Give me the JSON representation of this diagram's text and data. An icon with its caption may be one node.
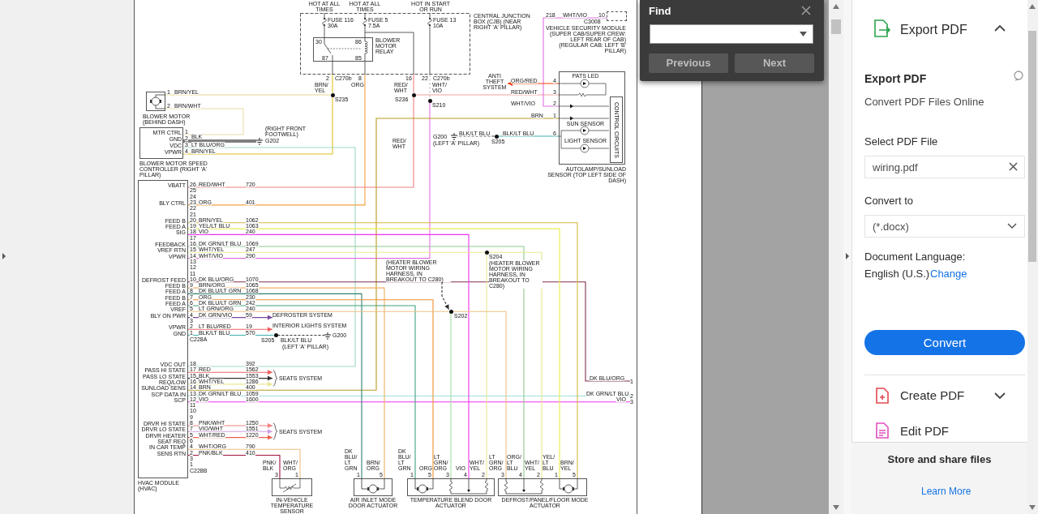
{
  "diagram": {
    "nodes": [
      {
        "text": [
          "CENTRAL JUNCTION BOX (CJB) (NEAR RIGHT 'A' PILLAR)"
        ]
      },
      {
        "text": [
          "BLOWER MOTOR RELAY"
        ],
        "in": 0
      },
      {
        "text": [],
        "shape": "box",
        "beside": [
          "BLOWER MOTOR (BEHIND DASH)"
        ]
      },
      {
        "text": [
          "MTR CTRL",
          "GND",
          "VDC",
          "VPWR"
        ],
        "beside": [
          "BLOWER MOTOR SPEED CONTROLLER (RIGHT 'A' PILLAR)"
        ]
      },
      {
        "text": [
          "VBATT",
          "BLY CTRL",
          "FEED B",
          "FEED A",
          "SIG",
          "FEEDBACK",
          "VREF RTN",
          "VPWR",
          "DEFROST FEED",
          "FEED B",
          "FEED A",
          "FEED B",
          "FEED A",
          "VREF",
          "BLY ON PWR",
          "VPWR",
          "GND",
          "VDC OUT",
          "PASS HI STATE",
          "PASS LO STATE",
          "REQ/LOW",
          "SUNLOAD SENS",
          "SCP DATA IN",
          "SCP",
          "DRVR HI STATE",
          "DRVR LO STATE",
          "DRVR HEATER SEAT REQ",
          "IN CAR TEMP",
          "SENS RTN"
        ],
        "beside": [
          "HVAC MODULE (HVAC)"
        ]
      },
      {
        "text": [],
        "shape": "box",
        "beside": [
          "VEHICLE SECURITY MODULE (SUPER CAB/SUPER CREW: LEFT REAR OF CAB) (REGULAR CAB: LEFT 'B' PILLAR)"
        ]
      },
      {
        "text": [
          "PATS LED",
          "SUN SENSOR",
          "LIGHT SENSOR"
        ],
        "beside": [
          "AUTOLAMP/SUNLOAD SENSOR (TOP LEFT SIDE OF DASH)"
        ]
      },
      {
        "text": [
          "CONTROL CIRCUITS"
        ],
        "in": 6
      },
      {
        "text": [],
        "shape": "box",
        "beside": [
          "IN-VEHICLE TEMPERATURE SENSOR"
        ]
      },
      {
        "text": [],
        "shape": "box",
        "beside": [
          "AIR INLET MODE DOOR ACTUATOR"
        ]
      },
      {
        "text": [],
        "shape": "box",
        "beside": [
          "TEMPERATURE BLEND DOOR ACTUATOR"
        ]
      },
      {
        "text": [],
        "shape": "box",
        "beside": [
          "DEFROST/PANEL/FLOOR MODE ACTUATOR"
        ]
      },
      {
        "text": [
          "ANTI THEFT SYSTEM"
        ]
      },
      {
        "text": [
          "DEFROSTER SYSTEM"
        ]
      },
      {
        "text": [
          "INTERIOR LIGHTS SYSTEM"
        ]
      },
      {
        "text": [
          "SEATS SYSTEM"
        ]
      },
      {
        "text": [
          "SEATS SYSTEM"
        ]
      },
      {
        "text": [],
        "shape": "ground",
        "beside": [
          "G202",
          "(RIGHT FRONT FOOTWELL)"
        ]
      },
      {
        "text": [],
        "shape": "ground",
        "beside": [
          "G200",
          "(LEFT 'A' PILLAR)"
        ]
      },
      {
        "text": [],
        "shape": "ground",
        "beside": [
          "G200",
          "(LEFT 'A' PILLAR)"
        ]
      },
      {
        "text": [],
        "shape": "dot",
        "beside": [
          "S235"
        ]
      },
      {
        "text": [],
        "shape": "dot",
        "beside": [
          "S236"
        ]
      },
      {
        "text": [],
        "shape": "dot",
        "beside": [
          "S210"
        ]
      },
      {
        "text": [],
        "shape": "dot",
        "beside": [
          "S205"
        ]
      },
      {
        "text": [],
        "shape": "dot",
        "beside": [
          "S205"
        ]
      },
      {
        "text": [],
        "shape": "dot",
        "beside": [
          "S204",
          "(HEATER BLOWER MOTOR WIRING HARNESS, IN BREAKOUT TO C280)"
        ]
      },
      {
        "text": [],
        "shape": "dot",
        "beside": [
          "S202"
        ]
      },
      {
        "text": [
          "(HEATER BLOWER MOTOR WIRING HARNESS, IN BREAKOUT TO C280)"
        ]
      },
      {
        "text": [
          "1"
        ]
      },
      {
        "text": [
          "2"
        ]
      },
      {
        "text": [
          "3"
        ]
      }
    ],
    "edges": [
      {
        "from": 0,
        "to": 20,
        "arrow": "none",
        "label": "BRN/ YEL",
        "color": "#e0c020"
      },
      {
        "from": 20,
        "to": 2,
        "arrow": "none",
        "label": "BRN/YEL",
        "color": "#e6d890"
      },
      {
        "from": 20,
        "to": 3,
        "arrow": "none",
        "label": "BRN/YEL",
        "color": "#e0c020"
      },
      {
        "from": 2,
        "to": 3,
        "arrow": "none",
        "label": "BRN/WHT",
        "color": "#e8dca8"
      },
      {
        "from": 3,
        "to": 17,
        "arrow": "none",
        "label": "BLK",
        "color": "#808080",
        "style": "thick"
      },
      {
        "from": 3,
        "to": 4,
        "arrow": "none",
        "label": "LT BLU/ORG",
        "color": "#9fd9c0"
      },
      {
        "from": 0,
        "to": 4,
        "arrow": "none",
        "label": "ORG",
        "color": "#f5a040"
      },
      {
        "from": 0,
        "to": 21,
        "arrow": "none",
        "label": "RED/ WHT",
        "color": "#f08080"
      },
      {
        "from": 21,
        "to": 4,
        "arrow": "none",
        "label": "RED/ WHT",
        "color": "#f08080"
      },
      {
        "from": 21,
        "to": 6,
        "arrow": "none",
        "label": "RED/WHT",
        "color": "#f4a0a0"
      },
      {
        "from": 0,
        "to": 22,
        "arrow": "none",
        "label": "WHT/ VIO",
        "color": "#c8c8c8",
        "style": "dashed"
      },
      {
        "from": 22,
        "to": 4,
        "arrow": "none",
        "label": "WHT/VIO",
        "color": "#e070e0"
      },
      {
        "from": 5,
        "to": 6,
        "arrow": "none",
        "label": "WHT/VIO",
        "color": "#e070e0"
      },
      {
        "from": 6,
        "to": 12,
        "arrow": "to",
        "label": "ORG/RED",
        "color": "#f04010"
      },
      {
        "from": 4,
        "to": 6,
        "arrow": "none",
        "label": "BRN",
        "color": "#b89a20"
      },
      {
        "from": 6,
        "to": 23,
        "arrow": "none",
        "label": "BLK/LT BLU",
        "color": "#40b0b0"
      },
      {
        "from": 23,
        "to": 18,
        "arrow": "none",
        "label": "BLK/LT BLU",
        "color": "#333333",
        "style": "dashed"
      },
      {
        "from": 4,
        "to": 24,
        "arrow": "none",
        "label": "BLK/LT BLU",
        "color": "#40b0b0"
      },
      {
        "from": 24,
        "to": 19,
        "arrow": "none",
        "label": "BLK/LT BLU",
        "color": "#333333",
        "style": "dashed"
      },
      {
        "from": 4,
        "to": 13,
        "arrow": "to",
        "label": "DK GRN/VIO",
        "color": "#7a4a9a"
      },
      {
        "from": 4,
        "to": 14,
        "arrow": "to",
        "label": "LT BLU/RED",
        "color": "#f06060"
      },
      {
        "from": 4,
        "to": 15,
        "arrow": "to",
        "label": "RED",
        "color": "#f06060"
      },
      {
        "from": 4,
        "to": 15,
        "arrow": "to",
        "label": "BLK",
        "color": "#333333"
      },
      {
        "from": 4,
        "to": 15,
        "arrow": "to",
        "label": "WHT/YEL",
        "color": "#e8e890"
      },
      {
        "from": 4,
        "to": 16,
        "arrow": "to",
        "label": "PNK/WHT",
        "color": "#f08080"
      },
      {
        "from": 4,
        "to": 16,
        "arrow": "to",
        "label": "VIO/WHT",
        "color": "#d0a0e0"
      },
      {
        "from": 4,
        "to": 16,
        "arrow": "to",
        "label": "WHT/RED",
        "color": "#f06050"
      },
      {
        "from": 4,
        "to": 28,
        "arrow": "none",
        "label": "DK BLU/ORG",
        "color": "#803050"
      },
      {
        "from": 4,
        "to": 29,
        "arrow": "none",
        "label": "DK GRN/LT BLU",
        "color": "#a0e0e0"
      },
      {
        "from": 4,
        "to": 30,
        "arrow": "none",
        "label": "VIO",
        "color": "#f030f0"
      },
      {
        "from": 4,
        "to": 11,
        "arrow": "none",
        "label": "BRN/YEL",
        "color": "#d4b840"
      },
      {
        "from": 4,
        "to": 11,
        "arrow": "none",
        "label": "YEL/LT BLU",
        "color": "#ecec50"
      },
      {
        "from": 4,
        "to": 10,
        "arrow": "none",
        "label": "VIO",
        "color": "#f030f0"
      },
      {
        "from": 4,
        "to": 11,
        "arrow": "none",
        "label": "DK GRN/LT BLU",
        "color": "#90c890"
      },
      {
        "from": 4,
        "to": 25,
        "arrow": "none",
        "label": "WHT/YEL",
        "color": "#e8e890"
      },
      {
        "from": 25,
        "to": 11,
        "arrow": "none",
        "color": "#e8e890"
      },
      {
        "from": 25,
        "to": 10,
        "arrow": "none",
        "color": "#e8e890"
      },
      {
        "from": 4,
        "to": 9,
        "arrow": "none",
        "label": "BRN/ORG",
        "color": "#f0b060"
      },
      {
        "from": 4,
        "to": 9,
        "arrow": "none",
        "label": "DK BLU/LT GRN",
        "color": "#2f8070"
      },
      {
        "from": 4,
        "to": 10,
        "arrow": "none",
        "label": "ORG",
        "color": "#f09030"
      },
      {
        "from": 4,
        "to": 10,
        "arrow": "none",
        "label": "DK BLU/LT GRN",
        "color": "#40a080"
      },
      {
        "from": 4,
        "to": 26,
        "arrow": "none",
        "label": "LT GRN/ORG",
        "color": "#f0c080"
      },
      {
        "from": 26,
        "to": 10,
        "arrow": "none",
        "color": "#a0e0a0"
      },
      {
        "from": 26,
        "to": 11,
        "arrow": "none",
        "color": "#f0c080"
      },
      {
        "from": 4,
        "to": 8,
        "arrow": "none",
        "label": "WHT/ORG",
        "color": "#f0c080"
      },
      {
        "from": 4,
        "to": 8,
        "arrow": "none",
        "label": "PNK/BLK",
        "color": "#a01040"
      },
      {
        "from": 27,
        "to": 26,
        "arrow": "to",
        "color": "#333333",
        "style": "dashed"
      }
    ],
    "labels": [
      "HOT AT ALL TIMES",
      "HOT AT ALL TIMES",
      "HOT IN START OR RUN",
      "FUSE 116 30A",
      "FUSE 5 7.5A",
      "FUSE 13 10A",
      "30",
      "86",
      "87",
      "85",
      "2",
      "C270b",
      "8",
      "16",
      "22",
      "C270b",
      "218",
      "10",
      "C3008",
      "1",
      "2",
      "1",
      "2",
      "3",
      "4",
      "4",
      "3",
      "2",
      "1",
      "6",
      "WHT/VIO",
      "BRN",
      "26",
      "25",
      "24",
      "23",
      "22",
      "21",
      "20",
      "19",
      "18",
      "17",
      "16",
      "15",
      "14",
      "13",
      "12",
      "11",
      "10",
      "9",
      "8",
      "7",
      "6",
      "5",
      "4",
      "3",
      "2",
      "1",
      "C228A",
      "720",
      "401",
      "1062",
      "1063",
      "240",
      "1069",
      "247",
      "290",
      "1070",
      "1065",
      "1068",
      "230",
      "242",
      "240",
      "59",
      "19",
      "570",
      "RED/WHT",
      "ORG",
      "18",
      "17",
      "15",
      "16",
      "14",
      "13",
      "12",
      "11",
      "10",
      "9",
      "8",
      "7",
      "5",
      "6",
      "4",
      "2",
      "3",
      "1",
      "C228B",
      "392",
      "1562",
      "1553",
      "1286",
      "400",
      "1059",
      "1600",
      "1250",
      "1551",
      "1220",
      "790",
      "410",
      "PNK/ BLK",
      "WHT/ ORG",
      "3",
      "1",
      "DK BLU/ LT GRN",
      "BRN/ ORG",
      "1",
      "5",
      "DK BLU/ LT GRN",
      "ORG",
      "LT GRN/ ORG",
      "VIO",
      "WHT/ YEL",
      "1",
      "5",
      "3",
      "4",
      "2",
      "LT GRN/ ORG",
      "ORG/ LT BLU",
      "WHT/ YEL",
      "YEL/ LT BLU",
      "BRN/ YEL",
      "3",
      "4",
      "2",
      "1",
      "5",
      "DK BLU/ORG",
      "DK GRN/LT BLU",
      "VIO",
      "Find",
      "Previous",
      "Next",
      "Export PDF",
      "Export PDF",
      "Convert PDF Files Online",
      "Select PDF File",
      "wiring.pdf",
      "Convert to",
      "(*.docx)",
      "Document Language:",
      "English (U.S.)",
      "Change",
      "Convert",
      "Create PDF",
      "Edit PDF",
      "Store and share files",
      "Learn More"
    ]
  }
}
